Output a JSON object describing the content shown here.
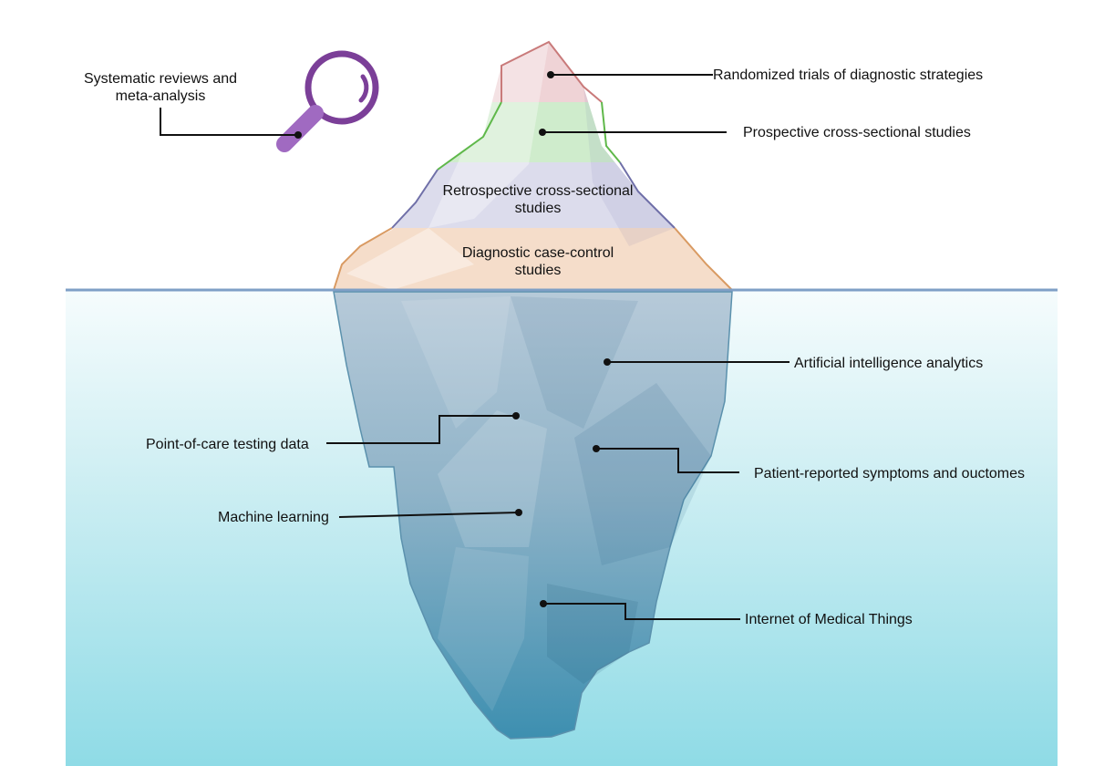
{
  "labels": {
    "systematic_reviews": "Systematic reviews and\nmeta-analysis",
    "randomized_trials": "Randomized trials of diagnostic strategies",
    "prospective": "Prospective cross-sectional studies",
    "retrospective": "Retrospective cross-sectional\nstudies",
    "case_control": "Diagnostic case-control\nstudies",
    "ai_analytics": "Artificial intelligence analytics",
    "point_of_care": "Point-of-care testing data",
    "patient_reported": "Patient-reported symptoms and ouctomes",
    "machine_learning": "Machine learning",
    "iomt": "Internet of Medical Things"
  },
  "colors": {
    "tier_randomized": "#c97a7a",
    "tier_prospective": "#5fb84a",
    "tier_retrospective": "#6f6fa8",
    "tier_case_control": "#d99a62",
    "magnifier": "#7b3f98",
    "water_top": "#e9f7fa",
    "water_bottom": "#8fdbe6",
    "waterline": "#7f9fc6"
  },
  "icons": {
    "magnifier": "magnifying-glass-icon"
  }
}
